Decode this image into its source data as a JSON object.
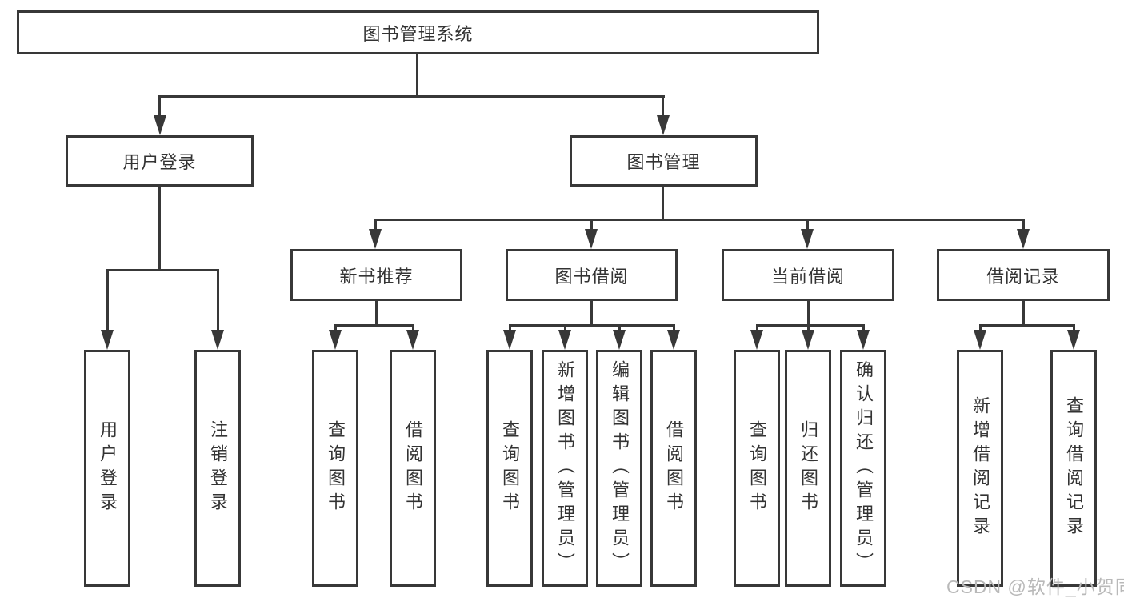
{
  "tree": {
    "root": {
      "label": "图书管理系统"
    },
    "branches": [
      {
        "label": "用户登录",
        "children": [
          "用户登录",
          "注销登录"
        ]
      },
      {
        "label": "图书管理",
        "children": [
          {
            "label": "新书推荐",
            "children": [
              "查询图书",
              "借阅图书"
            ]
          },
          {
            "label": "图书借阅",
            "children": [
              "查询图书",
              "新增图书（管理员）",
              "编辑图书（管理员）",
              "借阅图书"
            ]
          },
          {
            "label": "当前借阅",
            "children": [
              "查询图书",
              "归还图书",
              "确认归还（管理员）"
            ]
          },
          {
            "label": "借阅记录",
            "children": [
              "新增借阅记录",
              "查询借阅记录"
            ]
          }
        ]
      }
    ]
  },
  "watermark": {
    "text": "CSDN @软件_小贺同学"
  },
  "colors": {
    "line": "#383838",
    "text": "#333333",
    "box_background": "#ffffff",
    "page_background": "#ffffff",
    "watermark": "#b9b9b9"
  }
}
